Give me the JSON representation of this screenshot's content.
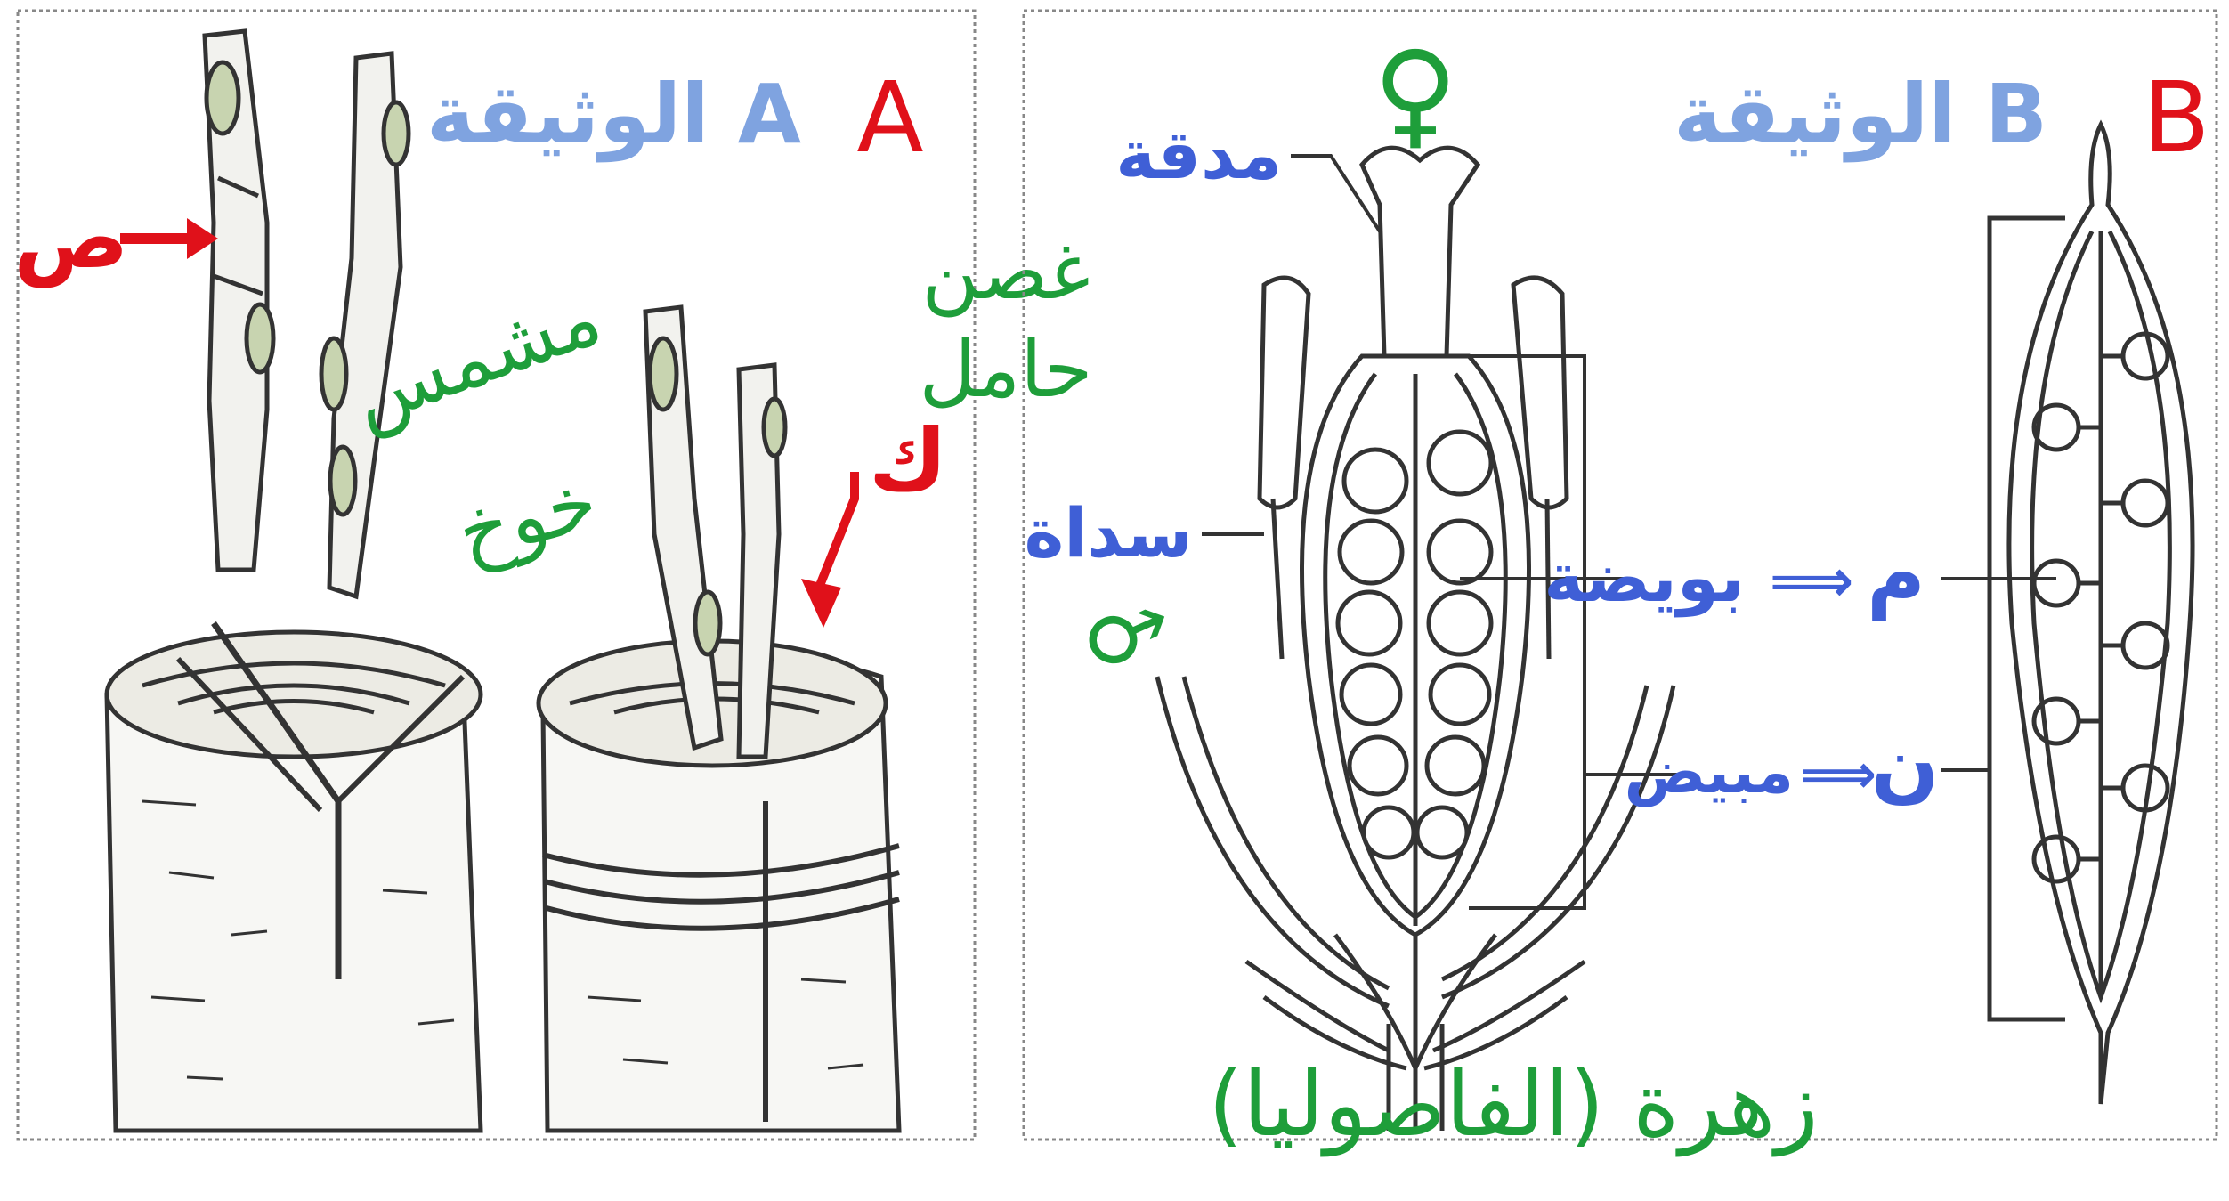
{
  "panel_a": {
    "title": "الوثيقة A",
    "marker": "A",
    "label_s": "ص",
    "label_k": "ك",
    "note_1": "مشمس",
    "note_2": "خوخ",
    "note_3": "غصن",
    "note_4": "حامل"
  },
  "panel_b": {
    "title": "الوثيقة B",
    "marker": "B",
    "female_symbol": "♀",
    "label_style": "مدقة",
    "label_sepal": "سداة",
    "label_ovule": "بويضة",
    "label_ovary": "مبيض",
    "arrow": "⟹",
    "label_m": "م",
    "label_n": "ن",
    "note_male": "♂",
    "caption": "زهرة (الفاصوليا)"
  },
  "colors": {
    "blue_labels": "#3f5fd6",
    "red_labels": "#e0111a",
    "green_notes": "#1e9e3a",
    "title_blue": "#7fa3e0",
    "ink": "#333333"
  }
}
